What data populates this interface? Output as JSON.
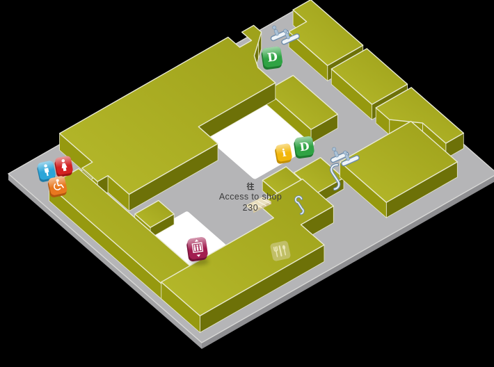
{
  "scene": {
    "type": "isometric mall floor map",
    "background": "#000000"
  },
  "labels": {
    "cjk_prefix": "往",
    "access_line": "Access to shop",
    "shop_number": "230",
    "district_badge": "D",
    "info_badge": "i"
  },
  "icons": {
    "toilet_men": "man-silhouette-badge",
    "toilet_women": "woman-silhouette-badge",
    "accessible": "wheelchair-badge",
    "elevator": "elevator-box-with-arrows-badge",
    "info": "i-badge",
    "district": "D-badge",
    "escalator_pair": "escalator-with-two-people",
    "escalator_rail": "curved-escalator-handrail",
    "stairs": "staircase",
    "food_court": "fork-knife-spoon"
  },
  "colors": {
    "background": "#000000",
    "floor_top": "#b5b5b7",
    "floor_edge": "#d8d8d6",
    "floor_side_sw": "#a3a3a5",
    "floor_side_se": "#8e8e91",
    "block_top_light": "#b6b92b",
    "block_top": "#9da01a",
    "block_side_sw": "#96990f",
    "block_side_se": "#6d7108",
    "edge_cream": "#e9ead0",
    "white_area": "#ffffff",
    "badge_blue": "#2ba5d8",
    "badge_blue_dark": "#1d7ba8",
    "badge_red": "#d32322",
    "badge_red_dark": "#9c1413",
    "badge_orange": "#e8781f",
    "badge_orange_dark": "#b2560f",
    "badge_green": "#2fa344",
    "badge_green_dark": "#1e7a30",
    "badge_yellow": "#f2b70b",
    "badge_yellow_dark": "#c38f05",
    "badge_maroon": "#a21d50",
    "badge_maroon_dark": "#731238",
    "escalator_blue": "#6d8cab",
    "escalator_fill": "#eff4f8",
    "escalator_person": "#aac1d6",
    "stairs_fill": "#e9dfbe",
    "stairs_side": "#d3c49e",
    "stairs_step": "#f7f2df",
    "food_bg": "#d6d0a0",
    "food_glyph": "#ebe7b6",
    "text_color": "#3b3b3b"
  }
}
